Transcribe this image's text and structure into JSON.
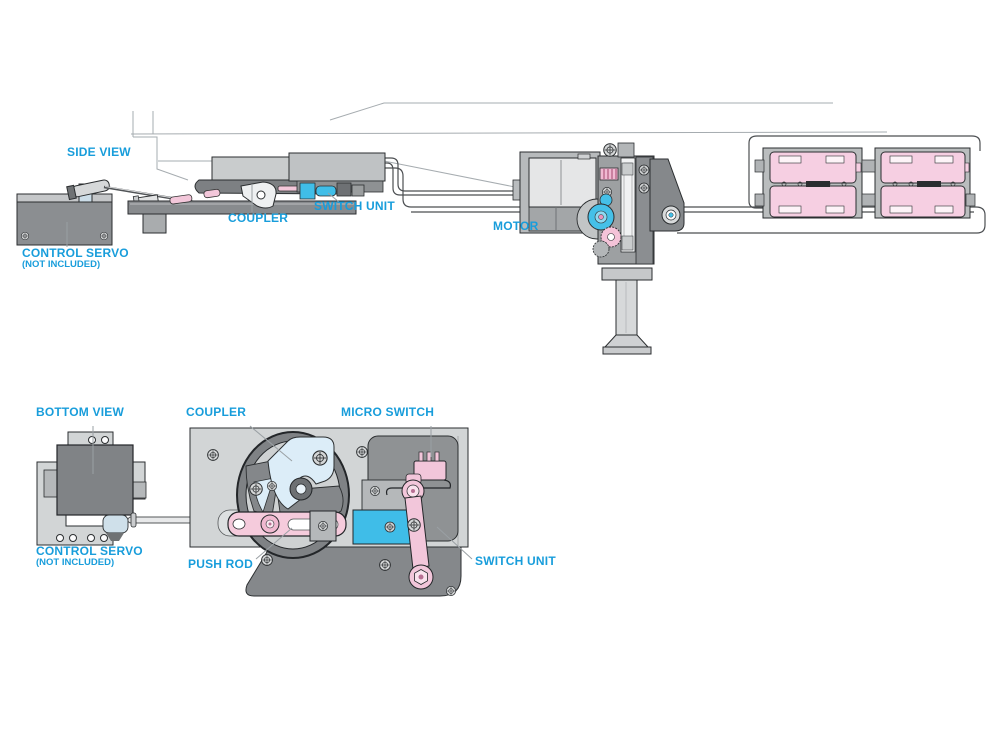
{
  "diagram": {
    "side_view": {
      "title": "SIDE VIEW",
      "labels": {
        "control_servo": "CONTROL SERVO",
        "control_servo_note": "(NOT INCLUDED)",
        "coupler": "COUPLER",
        "switch_unit": "SWITCH UNIT",
        "motor": "MOTOR"
      }
    },
    "bottom_view": {
      "title": "BOTTOM VIEW",
      "labels": {
        "coupler": "COUPLER",
        "micro_switch": "MICRO SWITCH",
        "control_servo": "CONTROL SERVO",
        "control_servo_note": "(NOT INCLUDED)",
        "push_rod": "PUSH ROD",
        "switch_unit": "SWITCH UNIT"
      }
    },
    "colors": {
      "label_blue": "#189ddb",
      "battery_pink": "#f6cfe2",
      "part_pink": "#f2c6da",
      "part_cyan": "#3fbde8",
      "pale_blue": "#dcedf8",
      "gray_dark": "#85888b",
      "gray_light": "#d2d5d6",
      "outline": "#2b2e30"
    }
  }
}
